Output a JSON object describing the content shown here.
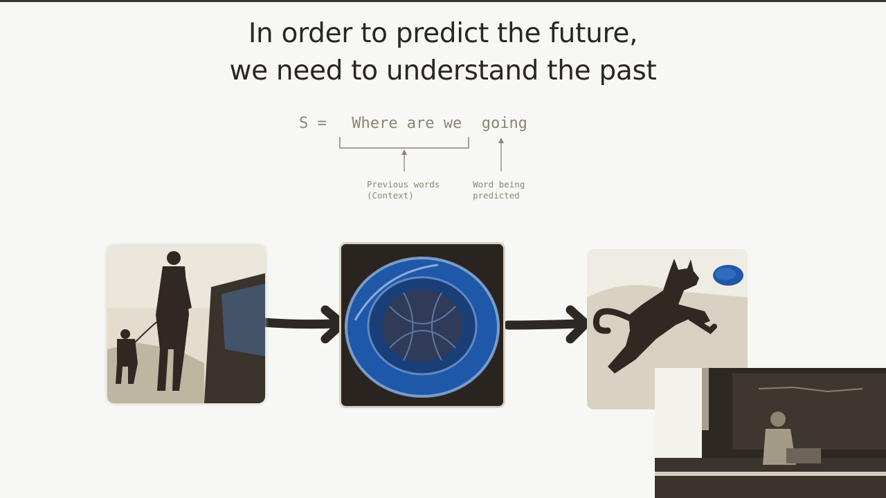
{
  "slide": {
    "title_line1": "In order to predict the future,",
    "title_line2": "we need to understand the past",
    "sentence": {
      "prefix": "S =",
      "context_words": "Where are we",
      "predicted_word": "going"
    },
    "annotation_context": "Previous words\n(Context)",
    "annotation_predicted": "Word being\npredicted"
  },
  "images": {
    "left": "person-walking-dog-image",
    "middle": "frisbee-image",
    "right": "dog-catching-frisbee-image"
  },
  "colors": {
    "background": "#f7f7f5",
    "title_text": "#2a2622",
    "mono_text": "#8c8670",
    "arrow": "#2e2824",
    "frisbee_blue": "#1f58a8"
  },
  "video_overlay": "speaker-camera-feed"
}
